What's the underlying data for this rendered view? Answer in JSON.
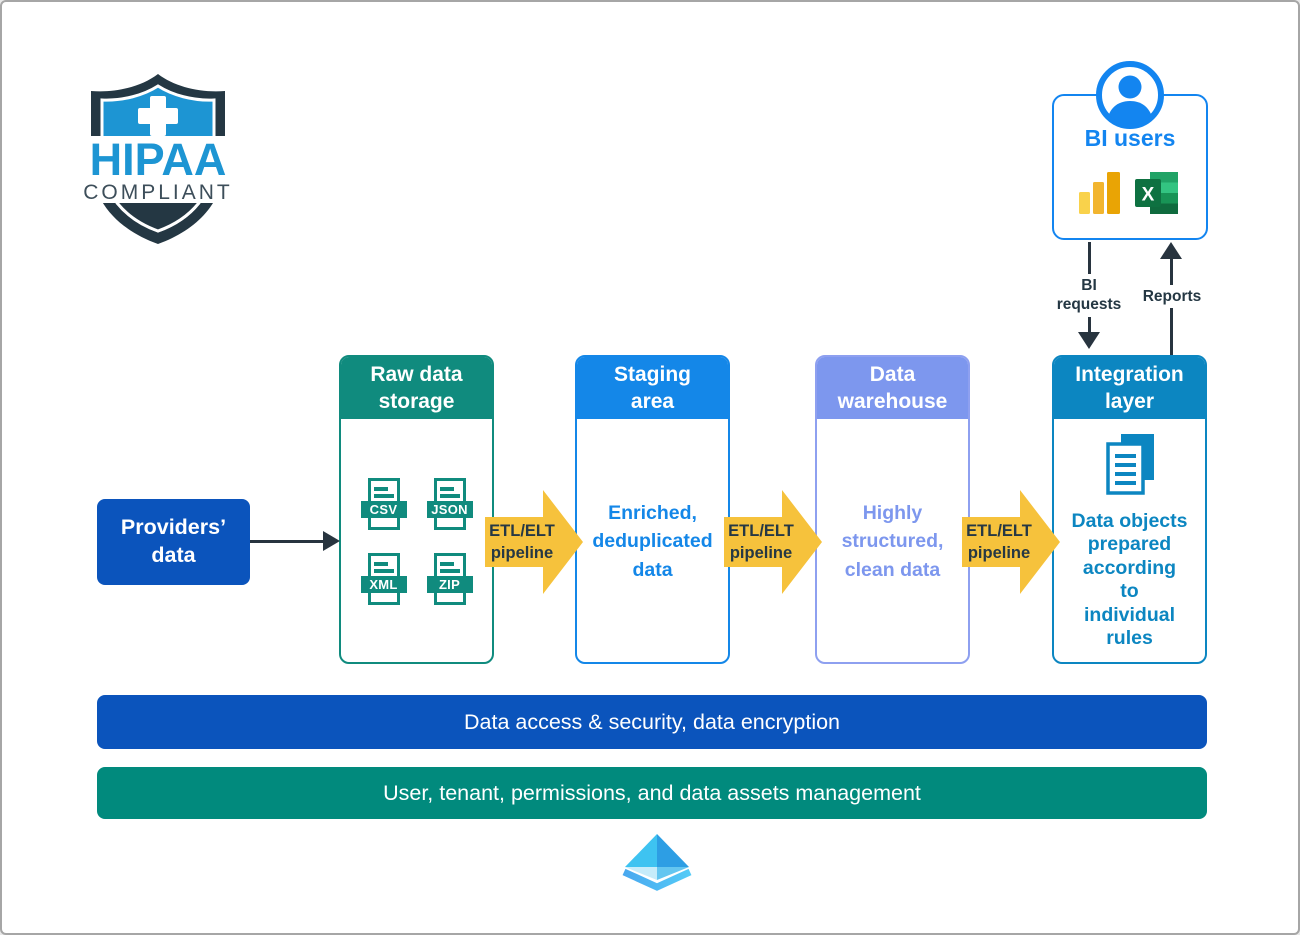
{
  "badge": {
    "title": "HIPAA",
    "subtitle": "COMPLIANT",
    "shield_blue": "#1D95D3",
    "shield_dark": "#243743"
  },
  "bi_users": {
    "label": "BI users",
    "accent": "#1385F0"
  },
  "connectors": {
    "bi_requests_label": [
      "BI",
      "requests"
    ],
    "reports_label": "Reports",
    "pipeline_label": [
      "ETL/ELT",
      "pipeline"
    ],
    "pipeline_color": "#F6C23C",
    "arrow_color": "#28343F"
  },
  "source_box": {
    "label": [
      "Providers’",
      "data"
    ],
    "color": "#0B54BC"
  },
  "stages": [
    {
      "title": [
        "Raw data",
        "storage"
      ],
      "color": "#108B7E",
      "files": [
        "CSV",
        "JSON",
        "XML",
        "ZIP"
      ]
    },
    {
      "title": [
        "Staging",
        "area"
      ],
      "color": "#1487E8",
      "body": [
        "Enriched,",
        "deduplicated",
        "data"
      ]
    },
    {
      "title": [
        "Data",
        "warehouse"
      ],
      "color": "#7D97EE",
      "body": [
        "Highly",
        "structured,",
        "clean data"
      ]
    },
    {
      "title": [
        "Integration",
        "layer"
      ],
      "color": "#0C86C1",
      "body": [
        "Data objects",
        "prepared",
        "according",
        "to",
        "individual",
        "rules"
      ]
    }
  ],
  "bottom_bars": [
    {
      "label": "Data access & security, data encryption",
      "color": "#0B54BC"
    },
    {
      "label": "User, tenant, permissions, and data assets management",
      "color": "#018A7D"
    }
  ],
  "icons": {
    "avatar": "user-avatar-icon",
    "powerbi": "power-bi-icon",
    "excel": "excel-icon",
    "file": "file-format-icon",
    "documents": "data-objects-icon",
    "pyramid": "pyramid-logo-icon"
  }
}
